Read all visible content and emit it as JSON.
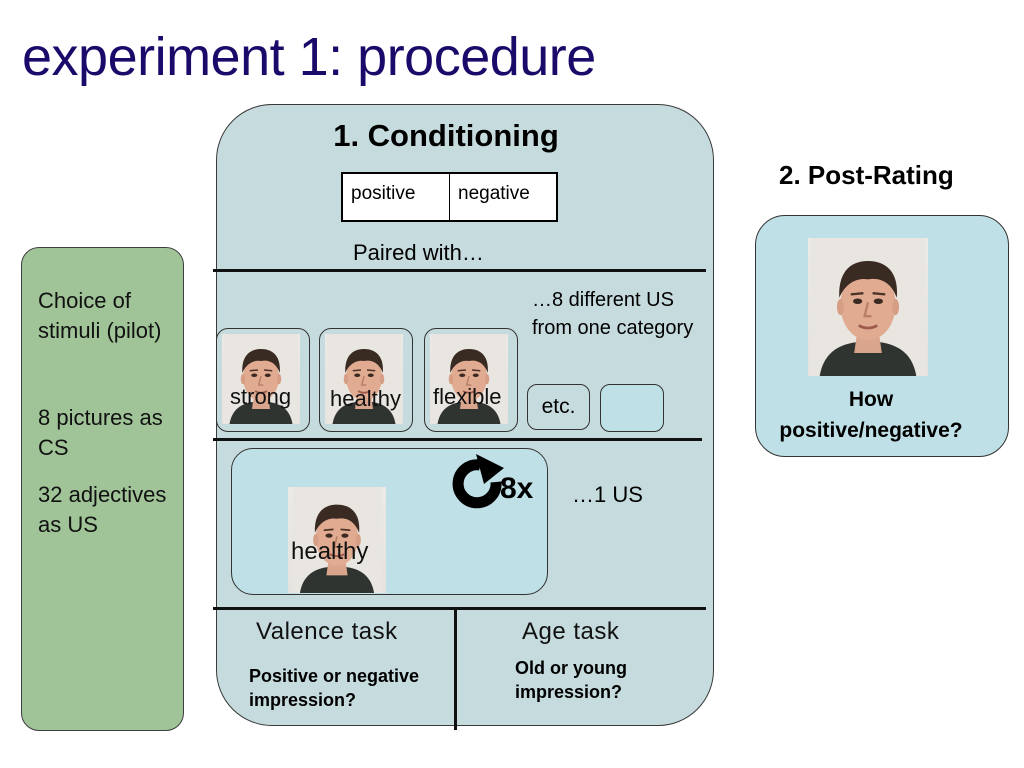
{
  "slide": {
    "title": "experiment 1: procedure"
  },
  "pilot": {
    "choice": "Choice of stimuli (pilot)",
    "cs_info": "8 pictures as CS",
    "us_info": "32 adjectives as US"
  },
  "conditioning": {
    "title": "1. Conditioning",
    "valence_options": [
      "positive",
      "negative"
    ],
    "paired_with": "Paired with…",
    "cs_words": [
      "strong",
      "healthy",
      "flexible"
    ],
    "etc": "etc.",
    "us_note": "…8 different US from one category",
    "trial_word": "healthy",
    "repeat": "8x",
    "one_us": "…1 US",
    "tasks": [
      {
        "title": "Valence task",
        "question": "Positive or negative impression?"
      },
      {
        "title": "Age task",
        "question": "Old or young impression?"
      }
    ]
  },
  "post_rating": {
    "title": "2. Post-Rating",
    "question": "How positive/negative?"
  },
  "colors": {
    "title": "#1c0a6b",
    "pilot_panel": "#a0c498",
    "main_panel": "#c6dbdd",
    "light_box": "#bfe0e6"
  },
  "icons": {
    "repeat": "circular-arrow-icon",
    "face": "face-photo"
  }
}
